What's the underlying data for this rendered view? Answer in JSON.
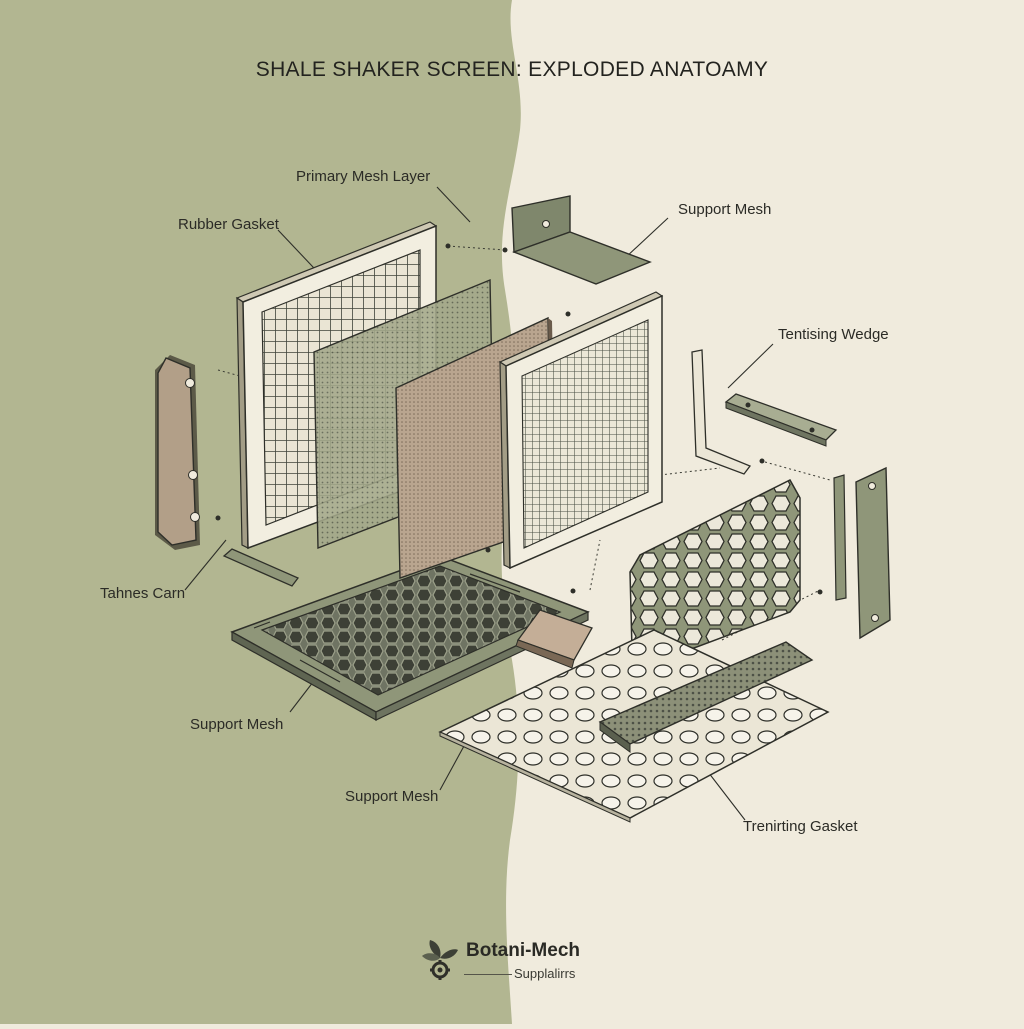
{
  "title": "SHALE SHAKER SCREEN: EXPLODED ANATOAMY",
  "labels": {
    "primary_mesh_layer": "Primary Mesh Layer",
    "rubber_gasket": "Rubber Gasket",
    "support_mesh_top_right": "Support Mesh",
    "tensioning_wedge": "Tentising Wedge",
    "tahnes_cam": "Tahnes Carn",
    "support_mesh_left": "Support Mesh",
    "support_mesh_bottom": "Support Mesh",
    "tensioning_gasket": "Trenirting Gasket"
  },
  "brand": {
    "name": "Botani-Mech",
    "subtitle": "Supplalirrs",
    "logo_icon": "leaf-gear-icon"
  },
  "colors": {
    "left_background": "#b2b691",
    "right_background": "#f0ebdd",
    "frame_fill": "#f2eee0",
    "mesh_line": "#4a4f44",
    "tan_panel": "#b9a58f",
    "metal_green": "#8f9679",
    "outline": "#2e2f29"
  }
}
